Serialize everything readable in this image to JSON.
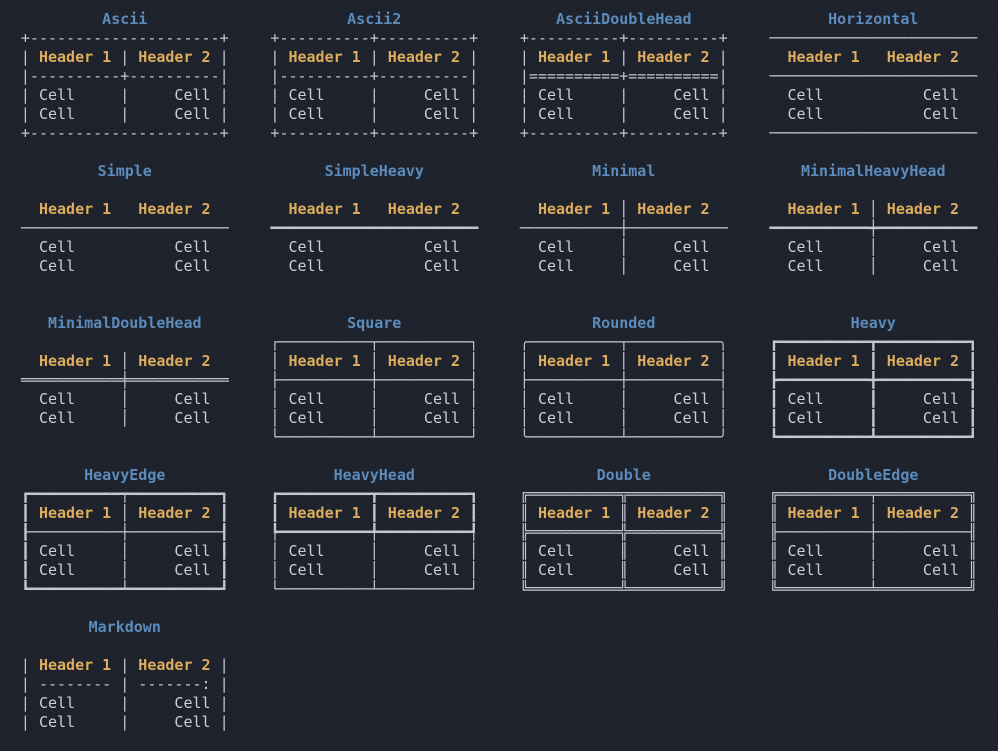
{
  "terminal": {
    "background_color": "#1e222c",
    "border_color": "#c6cbd2",
    "cell_color": "#ced3da",
    "header_color": "#e1af5d",
    "title_color": "#5c8dbe"
  },
  "highlight": {
    "headers": [
      "Header 1",
      "Header 2"
    ],
    "cell_text": "Cell"
  },
  "tables": [
    {
      "name": "Ascii",
      "headers": [
        "Header 1",
        "Header 2"
      ],
      "rows": [
        [
          "Cell",
          "Cell"
        ],
        [
          "Cell",
          "Cell"
        ]
      ],
      "lines": [
        "+---------------------+",
        "| Header 1 | Header 2 |",
        "|----------+----------|",
        "| Cell     |     Cell |",
        "| Cell     |     Cell |",
        "+---------------------+"
      ]
    },
    {
      "name": "Ascii2",
      "headers": [
        "Header 1",
        "Header 2"
      ],
      "rows": [
        [
          "Cell",
          "Cell"
        ],
        [
          "Cell",
          "Cell"
        ]
      ],
      "lines": [
        "+----------+----------+",
        "| Header 1 | Header 2 |",
        "|----------+----------|",
        "| Cell     |     Cell |",
        "| Cell     |     Cell |",
        "+----------+----------+"
      ]
    },
    {
      "name": "AsciiDoubleHead",
      "headers": [
        "Header 1",
        "Header 2"
      ],
      "rows": [
        [
          "Cell",
          "Cell"
        ],
        [
          "Cell",
          "Cell"
        ]
      ],
      "lines": [
        "+----------+----------+",
        "| Header 1 | Header 2 |",
        "|==========+==========|",
        "| Cell     |     Cell |",
        "| Cell     |     Cell |",
        "+----------+----------+"
      ]
    },
    {
      "name": "Horizontal",
      "headers": [
        "Header 1",
        "Header 2"
      ],
      "rows": [
        [
          "Cell",
          "Cell"
        ],
        [
          "Cell",
          "Cell"
        ]
      ],
      "lines": [
        "───────────────────────",
        "  Header 1   Header 2  ",
        "───────────────────────",
        "  Cell           Cell  ",
        "  Cell           Cell  ",
        "───────────────────────"
      ]
    },
    {
      "name": "Simple",
      "headers": [
        "Header 1",
        "Header 2"
      ],
      "rows": [
        [
          "Cell",
          "Cell"
        ],
        [
          "Cell",
          "Cell"
        ]
      ],
      "lines": [
        "",
        "  Header 1   Header 2  ",
        "───────────────────────",
        "  Cell           Cell  ",
        "  Cell           Cell  ",
        ""
      ]
    },
    {
      "name": "SimpleHeavy",
      "headers": [
        "Header 1",
        "Header 2"
      ],
      "rows": [
        [
          "Cell",
          "Cell"
        ],
        [
          "Cell",
          "Cell"
        ]
      ],
      "lines": [
        "",
        "  Header 1   Header 2  ",
        "━━━━━━━━━━━━━━━━━━━━━━━",
        "  Cell           Cell  ",
        "  Cell           Cell  ",
        ""
      ]
    },
    {
      "name": "Minimal",
      "headers": [
        "Header 1",
        "Header 2"
      ],
      "rows": [
        [
          "Cell",
          "Cell"
        ],
        [
          "Cell",
          "Cell"
        ]
      ],
      "lines": [
        "",
        "  Header 1 │ Header 2  ",
        "───────────┼───────────",
        "  Cell     │     Cell  ",
        "  Cell     │     Cell  ",
        ""
      ]
    },
    {
      "name": "MinimalHeavyHead",
      "headers": [
        "Header 1",
        "Header 2"
      ],
      "rows": [
        [
          "Cell",
          "Cell"
        ],
        [
          "Cell",
          "Cell"
        ]
      ],
      "lines": [
        "",
        "  Header 1 │ Header 2  ",
        "━━━━━━━━━━━┿━━━━━━━━━━━",
        "  Cell     │     Cell  ",
        "  Cell     │     Cell  ",
        ""
      ]
    },
    {
      "name": "MinimalDoubleHead",
      "headers": [
        "Header 1",
        "Header 2"
      ],
      "rows": [
        [
          "Cell",
          "Cell"
        ],
        [
          "Cell",
          "Cell"
        ]
      ],
      "lines": [
        "",
        "  Header 1 │ Header 2  ",
        "═══════════╪═══════════",
        "  Cell     │     Cell  ",
        "  Cell     │     Cell  ",
        ""
      ]
    },
    {
      "name": "Square",
      "headers": [
        "Header 1",
        "Header 2"
      ],
      "rows": [
        [
          "Cell",
          "Cell"
        ],
        [
          "Cell",
          "Cell"
        ]
      ],
      "lines": [
        "┌──────────┬──────────┐",
        "│ Header 1 │ Header 2 │",
        "├──────────┼──────────┤",
        "│ Cell     │     Cell │",
        "│ Cell     │     Cell │",
        "└──────────┴──────────┘"
      ]
    },
    {
      "name": "Rounded",
      "headers": [
        "Header 1",
        "Header 2"
      ],
      "rows": [
        [
          "Cell",
          "Cell"
        ],
        [
          "Cell",
          "Cell"
        ]
      ],
      "lines": [
        "╭──────────┬──────────╮",
        "│ Header 1 │ Header 2 │",
        "├──────────┼──────────┤",
        "│ Cell     │     Cell │",
        "│ Cell     │     Cell │",
        "╰──────────┴──────────╯"
      ]
    },
    {
      "name": "Heavy",
      "headers": [
        "Header 1",
        "Header 2"
      ],
      "rows": [
        [
          "Cell",
          "Cell"
        ],
        [
          "Cell",
          "Cell"
        ]
      ],
      "lines": [
        "┏━━━━━━━━━━┳━━━━━━━━━━┓",
        "┃ Header 1 ┃ Header 2 ┃",
        "┣━━━━━━━━━━╋━━━━━━━━━━┫",
        "┃ Cell     ┃     Cell ┃",
        "┃ Cell     ┃     Cell ┃",
        "┗━━━━━━━━━━┻━━━━━━━━━━┛"
      ]
    },
    {
      "name": "HeavyEdge",
      "headers": [
        "Header 1",
        "Header 2"
      ],
      "rows": [
        [
          "Cell",
          "Cell"
        ],
        [
          "Cell",
          "Cell"
        ]
      ],
      "lines": [
        "┏━━━━━━━━━━┯━━━━━━━━━━┓",
        "┃ Header 1 │ Header 2 ┃",
        "┠──────────┼──────────┨",
        "┃ Cell     │     Cell ┃",
        "┃ Cell     │     Cell ┃",
        "┗━━━━━━━━━━┷━━━━━━━━━━┛"
      ]
    },
    {
      "name": "HeavyHead",
      "headers": [
        "Header 1",
        "Header 2"
      ],
      "rows": [
        [
          "Cell",
          "Cell"
        ],
        [
          "Cell",
          "Cell"
        ]
      ],
      "lines": [
        "┏━━━━━━━━━━┳━━━━━━━━━━┓",
        "┃ Header 1 ┃ Header 2 ┃",
        "┡━━━━━━━━━━╇━━━━━━━━━━┩",
        "│ Cell     │     Cell │",
        "│ Cell     │     Cell │",
        "└──────────┴──────────┘"
      ]
    },
    {
      "name": "Double",
      "headers": [
        "Header 1",
        "Header 2"
      ],
      "rows": [
        [
          "Cell",
          "Cell"
        ],
        [
          "Cell",
          "Cell"
        ]
      ],
      "lines": [
        "╔══════════╦══════════╗",
        "║ Header 1 ║ Header 2 ║",
        "╠══════════╬══════════╣",
        "║ Cell     ║     Cell ║",
        "║ Cell     ║     Cell ║",
        "╚══════════╩══════════╝"
      ]
    },
    {
      "name": "DoubleEdge",
      "headers": [
        "Header 1",
        "Header 2"
      ],
      "rows": [
        [
          "Cell",
          "Cell"
        ],
        [
          "Cell",
          "Cell"
        ]
      ],
      "lines": [
        "╔══════════╤══════════╗",
        "║ Header 1 │ Header 2 ║",
        "╟──────────┼──────────╢",
        "║ Cell     │     Cell ║",
        "║ Cell     │     Cell ║",
        "╚══════════╧══════════╝"
      ]
    },
    {
      "name": "Markdown",
      "headers": [
        "Header 1",
        "Header 2"
      ],
      "rows": [
        [
          "Cell",
          "Cell"
        ],
        [
          "Cell",
          "Cell"
        ]
      ],
      "lines": [
        "",
        "| Header 1 | Header 2 |",
        "| -------- | -------: |",
        "| Cell     |     Cell |",
        "| Cell     |     Cell |",
        ""
      ]
    }
  ]
}
